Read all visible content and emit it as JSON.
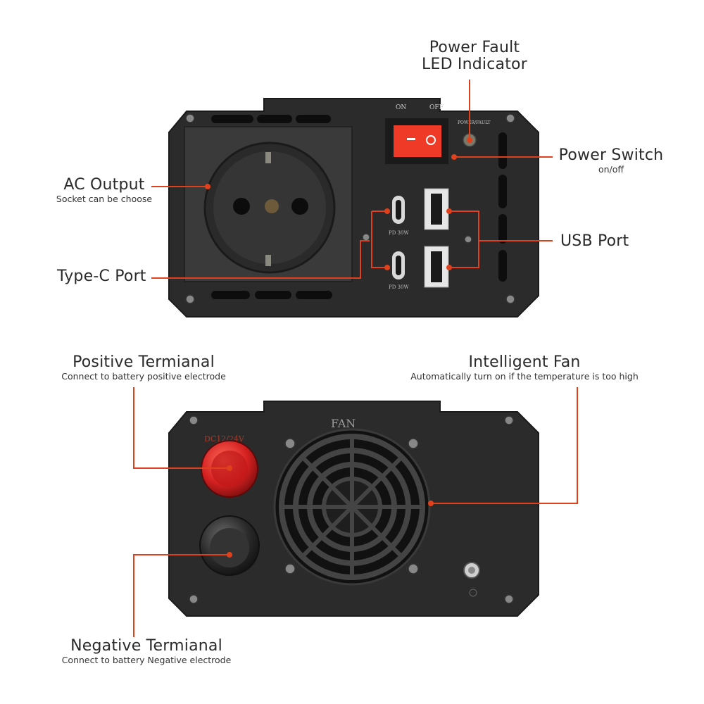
{
  "colors": {
    "accent": "#e0411c",
    "panel": "#2b2b2b",
    "outlet": "#3a3a3a",
    "switch": "#f03a28",
    "terminal_pos": "#d42020",
    "terminal_neg": "#2a2a2a"
  },
  "labels": {
    "power_fault": {
      "line1": "Power Fault",
      "line2": "LED Indicator"
    },
    "power_switch": {
      "title": "Power Switch",
      "sub": "on/off"
    },
    "ac_output": {
      "title": "AC Output",
      "sub": "Socket can be choose"
    },
    "usb_port": {
      "title": "USB Port"
    },
    "type_c_port": {
      "title": "Type-C Port"
    },
    "positive_terminal": {
      "title": "Positive Termianal",
      "sub": "Connect to battery positive electrode"
    },
    "intelligent_fan": {
      "title": "Intelligent Fan",
      "sub": "Automatically turn on if the temperature is too high"
    },
    "negative_terminal": {
      "title": "Negative Termianal",
      "sub": "Connect to battery Negative electrode"
    }
  },
  "device_markings": {
    "switch_on": "ON",
    "switch_off": "OFF",
    "power_fault": "POWER/FAULT",
    "pd_top": "PD 30W",
    "pd_bottom": "PD 30W",
    "fan": "FAN",
    "dc": "DC12/24V"
  }
}
